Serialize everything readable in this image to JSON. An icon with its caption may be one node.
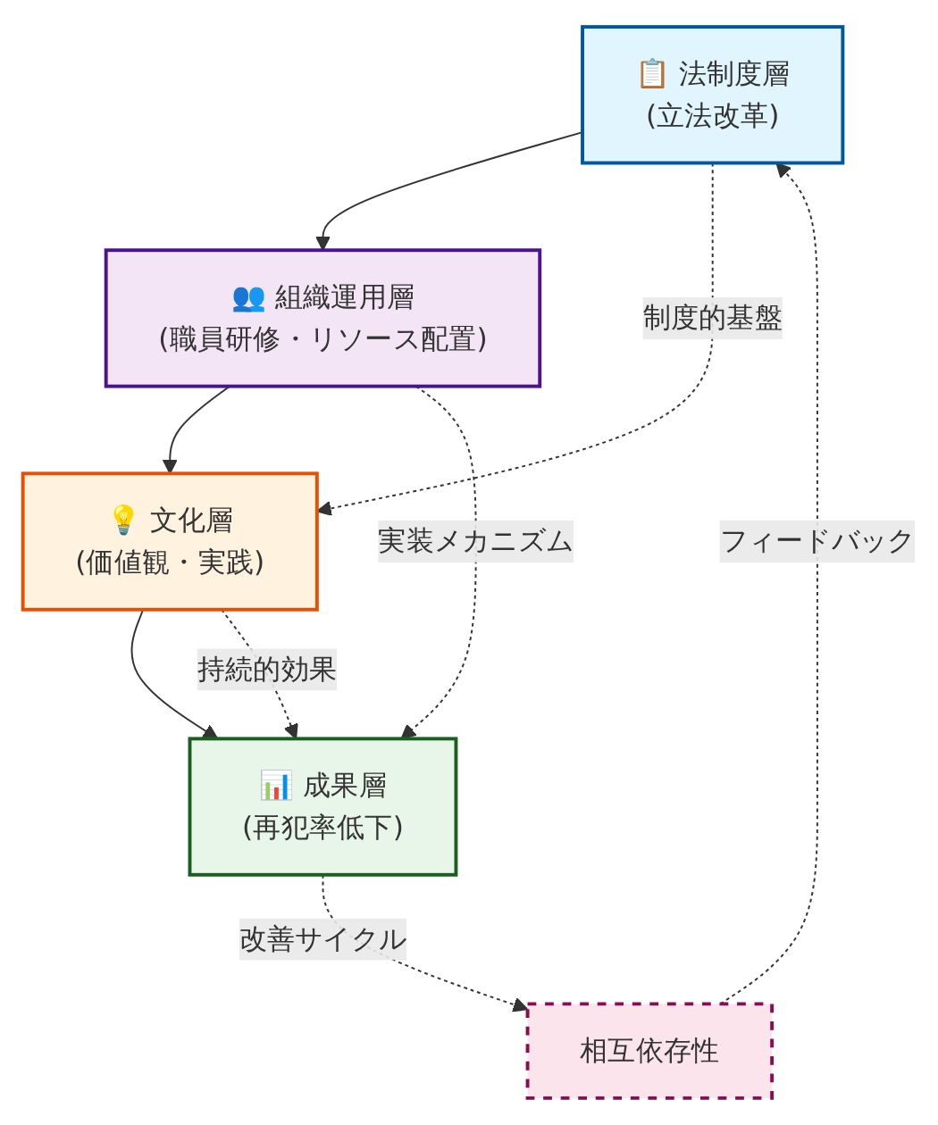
{
  "diagram": {
    "nodes": [
      {
        "text": [
          "📋 法制度層",
          "(立法改革)"
        ]
      },
      {
        "text": [
          "👥 組織運用層",
          "(職員研修・リソース配置)"
        ]
      },
      {
        "text": [
          "💡 文化層",
          "(価値観・実践)"
        ]
      },
      {
        "text": [
          "📊 成果層",
          "(再犯率低下)"
        ]
      },
      {
        "text": [
          "相互依存性"
        ]
      }
    ],
    "edges": [
      {
        "from": 0,
        "to": 1,
        "arrow": "to"
      },
      {
        "from": 1,
        "to": 2,
        "arrow": "to"
      },
      {
        "from": 2,
        "to": 3,
        "arrow": "to"
      },
      {
        "from": 0,
        "to": 2,
        "arrow": "to",
        "label": "制度的基盤",
        "style": "dashed"
      },
      {
        "from": 1,
        "to": 3,
        "arrow": "to",
        "label": "実装メカニズム",
        "style": "dashed"
      },
      {
        "from": 2,
        "to": 3,
        "arrow": "to",
        "label": "持続的効果",
        "style": "dashed"
      },
      {
        "from": 3,
        "to": 4,
        "arrow": "to",
        "label": "改善サイクル",
        "style": "dashed"
      },
      {
        "from": 4,
        "to": 0,
        "arrow": "to",
        "label": "フィードバック",
        "style": "dashed"
      }
    ]
  }
}
